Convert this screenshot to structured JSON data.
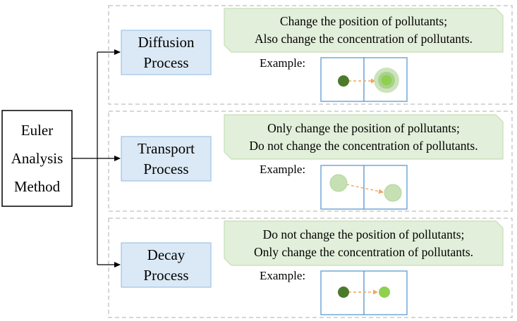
{
  "root": {
    "label_lines": [
      "Euler",
      "Analysis",
      "Method"
    ]
  },
  "processes": [
    {
      "id": "diffusion",
      "label_lines": [
        "Diffusion",
        "Process"
      ],
      "note_lines": [
        "Change  the position of pollutants;",
        "Also change  the concentration  of pollutants."
      ],
      "example_label": "Example:",
      "example": {
        "from": {
          "fill": "#4c7a2b",
          "halo": false
        },
        "to": {
          "fill": "#8fd14f",
          "halo": true
        }
      }
    },
    {
      "id": "transport",
      "label_lines": [
        "Transport",
        "Process"
      ],
      "note_lines": [
        "Only change  the position of pollutants;",
        "Do not change  the concentration  of pollutants."
      ],
      "example_label": "Example:",
      "example": {
        "from": {
          "fill": "#c6e0b4",
          "halo": false
        },
        "to": {
          "fill": "#c6e0b4",
          "halo": false
        }
      }
    },
    {
      "id": "decay",
      "label_lines": [
        "Decay",
        "Process"
      ],
      "note_lines": [
        "Do not change  the position of pollutants;",
        "Only change  the concentration  of pollutants."
      ],
      "example_label": "Example:",
      "example": {
        "from": {
          "fill": "#4c7a2b",
          "halo": false
        },
        "to": {
          "fill": "#8fd14f",
          "halo": false
        }
      }
    }
  ],
  "colors": {
    "process_box_fill": "#dbe9f6",
    "process_box_border": "#9dc3e6",
    "note_fill": "#e2efda",
    "note_border": "#c5dfb4",
    "panel_border": "#bfbfbf",
    "cell_border": "#5b9bd5",
    "example_arrow": "#f4a460",
    "connector": "#000000",
    "halo": "#c6e0b4"
  }
}
